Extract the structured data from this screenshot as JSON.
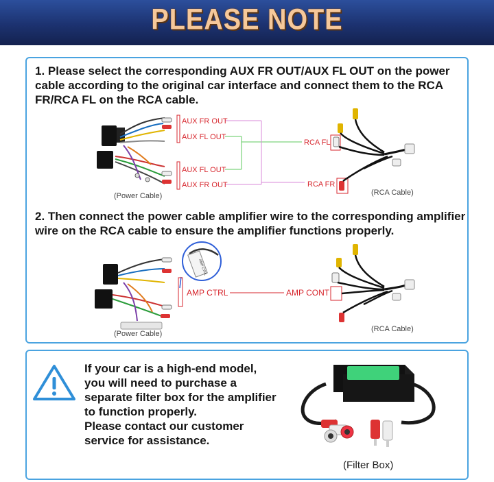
{
  "banner": {
    "title": "PLEASE NOTE"
  },
  "step1": {
    "text": "1. Please select the corresponding AUX FR OUT/AUX FL OUT on the power cable according to the original car interface and connect them to the RCA FR/RCA FL on the RCA cable.",
    "labels": {
      "aux_fr_out_top": "AUX FR OUT",
      "aux_fl_out_top": "AUX FL OUT",
      "aux_fl_out_bottom": "AUX FL OUT",
      "aux_fr_out_bottom": "AUX FR OUT",
      "rca_fl": "RCA FL",
      "rca_fr": "RCA FR",
      "power_cable": "(Power Cable)",
      "rca_cable": "(RCA Cable)"
    }
  },
  "step2": {
    "text": "2. Then connect the power cable amplifier wire to the corresponding amplifier wire on the RCA cable to ensure the amplifier functions properly.",
    "labels": {
      "amp_ctrl": "AMP CTRL",
      "amp_cont": "AMP CONT",
      "tag": "AMP CTRL",
      "power_cable": "(Power Cable)",
      "rca_cable": "(RCA Cable)"
    }
  },
  "note": {
    "lines": [
      "If your car is a high-end model,",
      "you will need to purchase a",
      "separate filter box for the amplifier",
      "to function properly.",
      "Please contact our customer",
      "service for assistance."
    ],
    "filter_caption": "(Filter Box)"
  },
  "colors": {
    "banner": "#1c3270",
    "banner_text": "#f6c89a",
    "panel_border": "#4aa3e0",
    "label_red": "#d7262d",
    "fl_line": "#5cc85c",
    "fr_line": "#d98ad9",
    "warning_icon": "#2f8fd8"
  },
  "icons": {
    "warning": "warning-triangle-icon"
  }
}
